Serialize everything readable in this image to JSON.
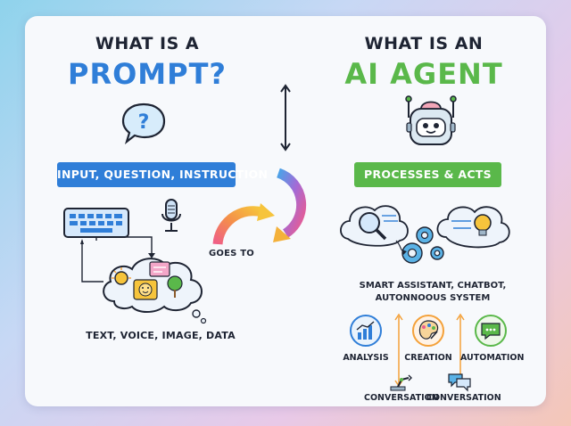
{
  "left": {
    "heading_top": "WHAT IS A",
    "heading_main": "PROMPT?",
    "banner": "INPUT, QUESTION, INSTRUCTION",
    "caption": "TEXT, VOICE, IMAGE, DATA"
  },
  "right": {
    "heading_top": "WHAT IS AN",
    "heading_main": "AI AGENT",
    "banner": "PROCESSES & ACTS",
    "subtitle_line1": "SMART ASSISTANT, CHATBOT,",
    "subtitle_line2": "AUTONNOOUS SYSTEM",
    "capabilities": [
      {
        "label": "ANALYSIS"
      },
      {
        "label": "CREATION"
      },
      {
        "label": "AUTOMATION"
      }
    ],
    "bottom_items": [
      {
        "label": "CONVERSATION"
      },
      {
        "label": "CONVERSATION"
      }
    ]
  },
  "middle": {
    "connector_label": "GOES TO"
  },
  "colors": {
    "prompt_blue": "#2f7ed8",
    "agent_green": "#5ab84a",
    "dark": "#1e2433"
  }
}
